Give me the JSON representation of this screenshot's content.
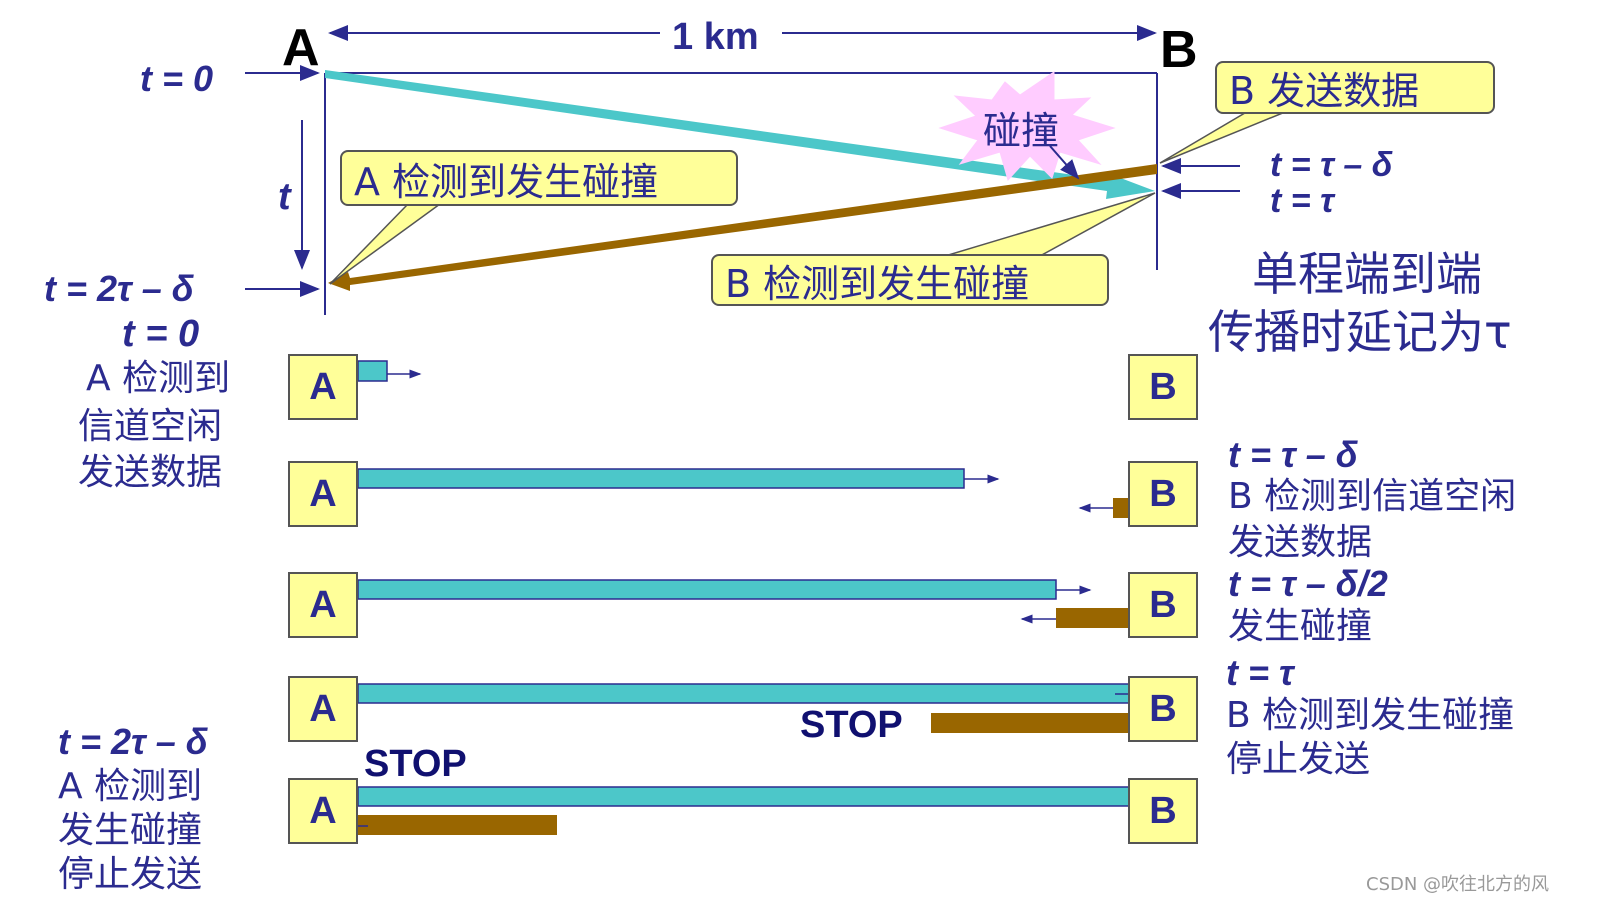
{
  "top": {
    "label_A": "A",
    "label_B": "B",
    "distance": "1 km",
    "t0": "t = 0",
    "t": "t",
    "t_2tau_minus_delta": "t = 2τ – δ",
    "collision": "碰撞",
    "b_sends": "B 发送数据",
    "a_detects": "A 检测到发生碰撞",
    "b_detects": "B 检测到发生碰撞",
    "t_tau_minus_delta": "t = τ – δ",
    "t_tau": "t = τ",
    "one_way_line1": "单程端到端",
    "one_way_line2": "传播时延记为τ"
  },
  "rows": [
    {
      "left_lines": [
        "t = 0",
        "A 检测到",
        "信道空闲",
        "发送数据"
      ],
      "right_lines": []
    },
    {
      "left_lines": [],
      "right_lines": [
        "t = τ – δ",
        "B 检测到信道空闲",
        "发送数据"
      ]
    },
    {
      "left_lines": [],
      "right_lines": [
        "t = τ – δ/2",
        "发生碰撞"
      ]
    },
    {
      "left_lines": [],
      "right_lines": [
        "t = τ",
        "B 检测到发生碰撞",
        "停止发送"
      ],
      "stop": "STOP"
    },
    {
      "left_lines": [
        "t = 2τ – δ",
        "A 检测到",
        "发生碰撞",
        "停止发送"
      ],
      "right_lines": [],
      "stop": "STOP"
    }
  ],
  "station_A": "A",
  "station_B": "B",
  "watermark": "CSDN @吹往北方的风",
  "colors": {
    "signal_a": "#4cc7c9",
    "signal_b": "#996600",
    "text": "#2b2b8f",
    "callout_fill": "#ffff99",
    "burst": "#ffccff"
  }
}
